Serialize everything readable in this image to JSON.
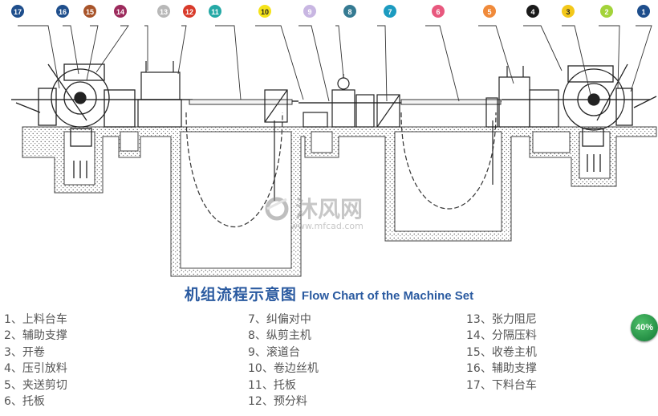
{
  "diagram": {
    "markers": [
      {
        "label": "17",
        "color": "#1e4e8c"
      },
      {
        "label": "16",
        "color": "#1e4e8c"
      },
      {
        "label": "15",
        "color": "#a8542a"
      },
      {
        "label": "14",
        "color": "#9c2a5c"
      },
      {
        "label": "13",
        "color": "#b8b8b8"
      },
      {
        "label": "12",
        "color": "#d83a2a"
      },
      {
        "label": "11",
        "color": "#25a9a6"
      },
      {
        "label": "10",
        "color": "#f5e31a"
      },
      {
        "label": "9",
        "color": "#c8b6e2"
      },
      {
        "label": "8",
        "color": "#357a92"
      },
      {
        "label": "7",
        "color": "#1c9bc0"
      },
      {
        "label": "6",
        "color": "#e8587e"
      },
      {
        "label": "5",
        "color": "#f08a3a"
      },
      {
        "label": "4",
        "color": "#1a1a1a"
      },
      {
        "label": "3",
        "color": "#f3c81a"
      },
      {
        "label": "2",
        "color": "#a3d33a"
      },
      {
        "label": "1",
        "color": "#1e4e8c"
      }
    ],
    "watermark": {
      "cn": "沐风网",
      "url": "www.mfcad.com"
    }
  },
  "caption": {
    "cn": "机组流程示意图",
    "en": "Flow Chart of the Machine Set"
  },
  "legend": {
    "col1": [
      "1、上料台车",
      "2、辅助支撑",
      "3、开卷",
      "4、压引放料",
      "5、夹送剪切",
      "6、托板"
    ],
    "col2": [
      "7、纠偏对中",
      "8、纵剪主机",
      "9、滚道台",
      "10、卷边丝机",
      "11、托板",
      "12、预分料"
    ],
    "col3": [
      "13、张力阻尼",
      "14、分隔压料",
      "15、收卷主机",
      "16、辅助支撑",
      "17、下料台车"
    ]
  },
  "badge": {
    "label": "40%"
  }
}
